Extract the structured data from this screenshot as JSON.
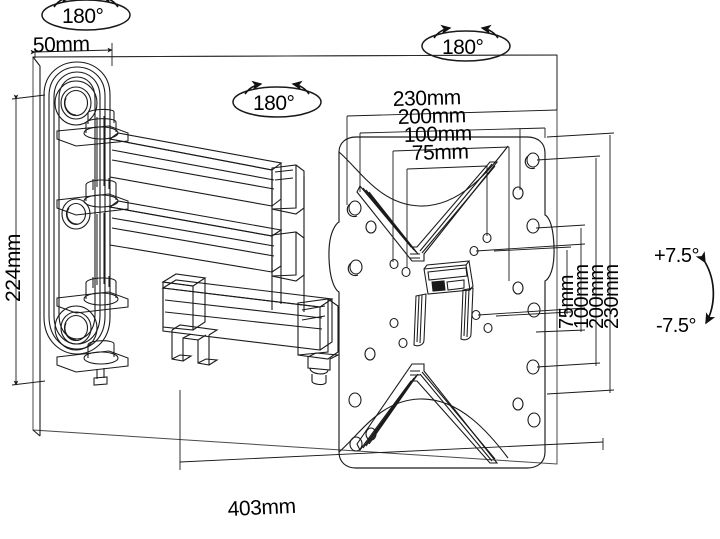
{
  "drawing": {
    "title": "Full-motion TV wall mount dimensional drawing",
    "line_color": "#1a1a1a",
    "text_color": "#000000",
    "background": "#ffffff",
    "units": "mm"
  },
  "dimensions": {
    "wall_plate_depth": "50mm",
    "wall_plate_height": "224mm",
    "vesa_width_outer": "230mm",
    "vesa_width_200": "200mm",
    "vesa_width_100": "100mm",
    "vesa_width_75": "75mm",
    "vesa_height_75": "75mm",
    "vesa_height_100": "100mm",
    "vesa_height_200": "200mm",
    "vesa_height_230": "230mm",
    "max_extension": "403mm"
  },
  "rotation_badges": [
    {
      "id": "swivel-wall-pivot",
      "label": "180°"
    },
    {
      "id": "swivel-mid-joint",
      "label": "180°"
    },
    {
      "id": "swivel-plate-joint",
      "label": "180°"
    }
  ],
  "tilt": {
    "up_label": "+7.5°",
    "down_label": "-7.5°"
  }
}
